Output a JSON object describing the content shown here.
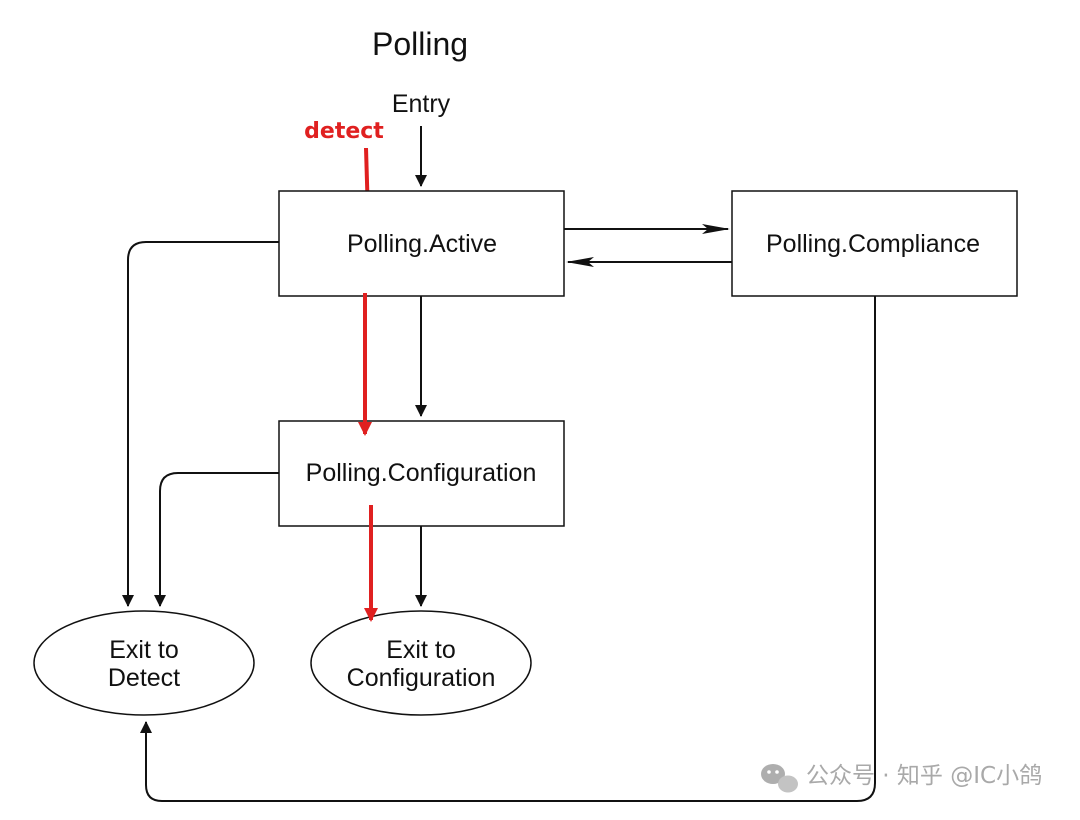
{
  "diagram": {
    "title": "Polling",
    "entry_label": "Entry",
    "annotation": "detect",
    "states": {
      "active": "Polling.Active",
      "compliance": "Polling.Compliance",
      "configuration": "Polling.Configuration"
    },
    "exits": {
      "detect": {
        "line1": "Exit to",
        "line2": "Detect"
      },
      "configuration": {
        "line1": "Exit to",
        "line2": "Configuration"
      }
    },
    "edges": [
      {
        "from": "Entry",
        "to": "Polling.Active"
      },
      {
        "from": "Polling.Active",
        "to": "Polling.Compliance"
      },
      {
        "from": "Polling.Compliance",
        "to": "Polling.Active"
      },
      {
        "from": "Polling.Active",
        "to": "Polling.Configuration"
      },
      {
        "from": "Polling.Active",
        "to": "Exit to Detect"
      },
      {
        "from": "Polling.Configuration",
        "to": "Exit to Detect"
      },
      {
        "from": "Polling.Configuration",
        "to": "Exit to Configuration"
      },
      {
        "from": "Polling.Compliance",
        "to": "Exit to Detect"
      }
    ],
    "highlighted_path": [
      "detect",
      "Polling.Active",
      "Polling.Configuration",
      "Exit to Configuration"
    ]
  },
  "colors": {
    "line": "#111111",
    "highlight": "#e02020",
    "watermark": "#a0a0a0"
  },
  "watermark": {
    "icon": "wechat-icon",
    "text": "公众号 · 知乎 @IC小鸽"
  }
}
